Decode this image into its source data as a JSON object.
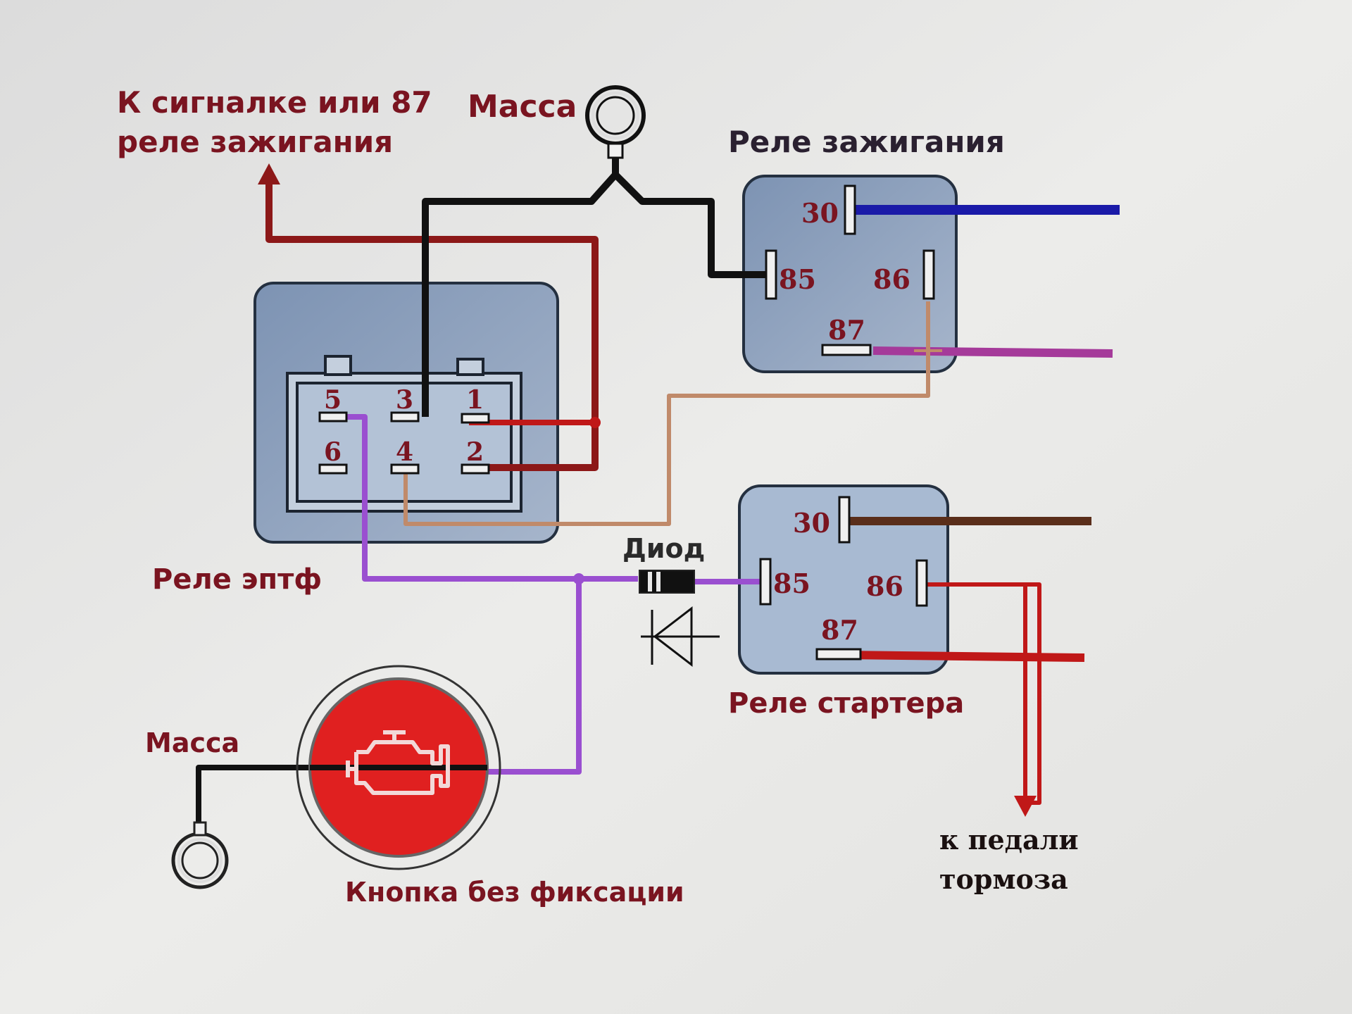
{
  "labels": {
    "top_left": [
      "К сигналке или 87",
      "реле зажигания"
    ],
    "ground_top": "Масса",
    "ground_bottom": "Масса",
    "ignition_relay": "Реле зажигания",
    "eptf_relay": "Реле эптф",
    "diode": "Диод",
    "starter_relay": "Реле стартера",
    "button": "Кнопка без фиксации",
    "brake_pedal": [
      "к педали",
      "тормоза"
    ]
  },
  "relays": {
    "ignition": {
      "pin30": "30",
      "pin85": "85",
      "pin86": "86",
      "pin87": "87"
    },
    "starter": {
      "pin30": "30",
      "pin85": "85",
      "pin86": "86",
      "pin87": "87"
    }
  },
  "eptf_pins": [
    "1",
    "2",
    "3",
    "4",
    "5",
    "6"
  ],
  "icons": {
    "button": "engine-icon",
    "ground": "ground-ring-icon",
    "diode": "diode-icon"
  },
  "colors": {
    "background": "#e6e6e4",
    "box_fill": "#8ea3bf",
    "label_red": "#7a1420",
    "wire_red": "#c01818",
    "wire_darkred": "#8c1818",
    "wire_black": "#111111",
    "wire_blue": "#1a1aa8",
    "wire_purple": "#9a4fd0",
    "wire_magenta": "#a53a9a",
    "wire_brown": "#5a2e1a",
    "wire_tan": "#c08a6a",
    "button_red": "#e02020"
  }
}
